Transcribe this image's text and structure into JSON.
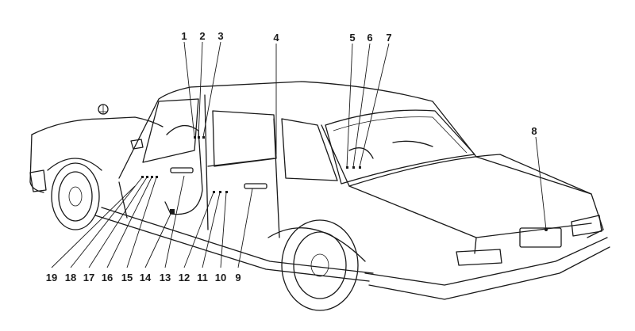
{
  "callouts": [
    {
      "id": "1"
    },
    {
      "id": "2"
    },
    {
      "id": "3"
    },
    {
      "id": "4"
    },
    {
      "id": "5"
    },
    {
      "id": "6"
    },
    {
      "id": "7"
    },
    {
      "id": "8"
    },
    {
      "id": "9"
    },
    {
      "id": "10"
    },
    {
      "id": "11"
    },
    {
      "id": "12"
    },
    {
      "id": "13"
    },
    {
      "id": "14"
    },
    {
      "id": "15"
    },
    {
      "id": "16"
    },
    {
      "id": "17"
    },
    {
      "id": "18"
    },
    {
      "id": "19"
    }
  ]
}
